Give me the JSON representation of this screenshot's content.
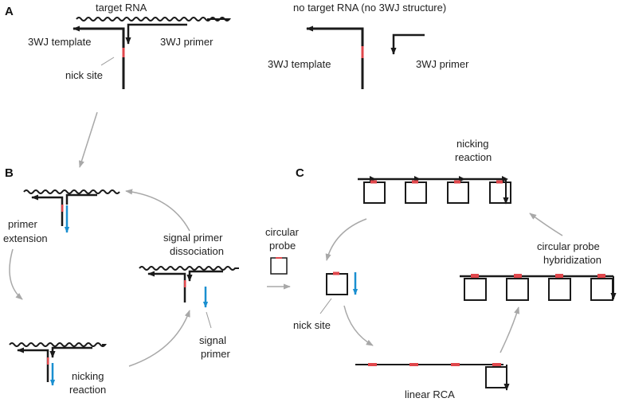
{
  "colors": {
    "strand": "#1a1a1a",
    "nick": "#e0474c",
    "signal": "#1a8fd0",
    "flow_arrow": "#a8a8a8",
    "leader": "#9a9a9a"
  },
  "panels": {
    "a": {
      "label": "A",
      "target_rna": "target RNA",
      "template_left": "3WJ template",
      "primer_left": "3WJ primer",
      "nick_site": "nick site",
      "no_target": "no target RNA (no 3WJ structure)",
      "template_right": "3WJ template",
      "primer_right": "3WJ primer"
    },
    "b": {
      "label": "B",
      "primer_extension_1": "primer",
      "primer_extension_2": "extension",
      "nicking_1": "nicking",
      "nicking_2": "reaction",
      "dissociation_1": "signal primer",
      "dissociation_2": "dissociation",
      "signal_primer_1": "signal",
      "signal_primer_2": "primer"
    },
    "middle": {
      "circular_probe_1": "circular",
      "circular_probe_2": "probe"
    },
    "c": {
      "label": "C",
      "nicking_1": "nicking",
      "nicking_2": "reaction",
      "nick_site": "nick site",
      "hybridization_1": "circular probe",
      "hybridization_2": "hybridization",
      "linear_rca": "linear RCA"
    }
  }
}
